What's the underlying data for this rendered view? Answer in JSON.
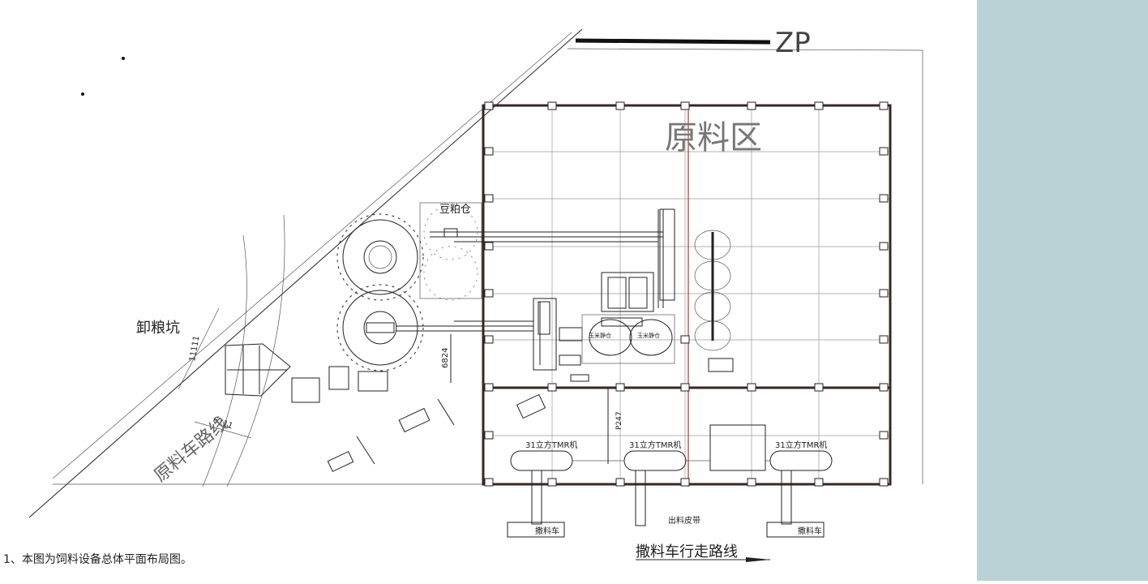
{
  "drawing": {
    "north_label": "ZP",
    "raw_material_area": "原料区",
    "unloading_pit": "卸粮坑",
    "raw_truck_route": "原料车路线",
    "soybean_meal_bin": "豆粕仓",
    "corn_bin_1": "玉米静仓",
    "corn_bin_2": "玉米静仓",
    "tmr_1": "31立方TMR机",
    "tmr_2": "31立方TMR机",
    "tmr_3": "31立方TMR机",
    "discharge_belt": "出料皮带",
    "spreader_truck_1": "撒料车",
    "spreader_truck_2": "撒料车",
    "spreader_route": "撒料车行走路线",
    "dim_6824": "6824",
    "dim_p247": "P247",
    "dim_11111": "11111",
    "dim_6111": "6111",
    "note": "1、本图为饲料设备总体平面布局图。"
  },
  "colors": {
    "page_background": "#ffffff",
    "side_panel": "#b9d2d6",
    "building_outline": "#3a2525",
    "red_centerline": "#c03030"
  }
}
